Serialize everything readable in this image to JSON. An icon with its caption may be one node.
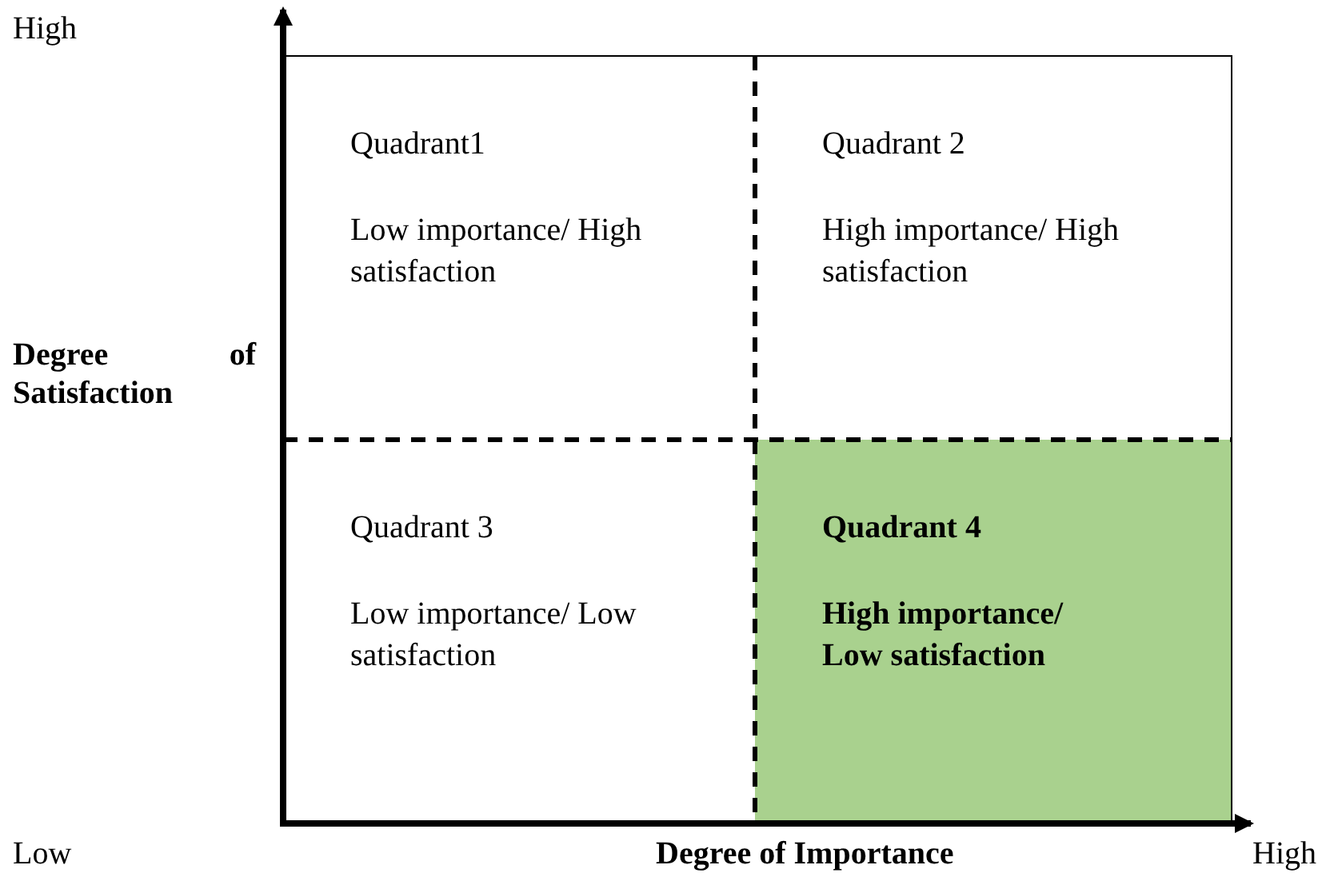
{
  "diagram": {
    "nodes": [
      {
        "text": [
          "Quadrant1",
          "Low importance/ High satisfaction"
        ]
      },
      {
        "text": [
          "Quadrant 2",
          "High importance/ High satisfaction"
        ]
      },
      {
        "text": [
          "Quadrant 3",
          "Low importance/ Low satisfaction"
        ]
      },
      {
        "text": [
          "Quadrant 4",
          "High importance/ Low satisfaction"
        ]
      }
    ],
    "labels": [
      "High",
      "Degree of Satisfaction",
      "Low",
      "Degree of Importance",
      "High"
    ]
  }
}
